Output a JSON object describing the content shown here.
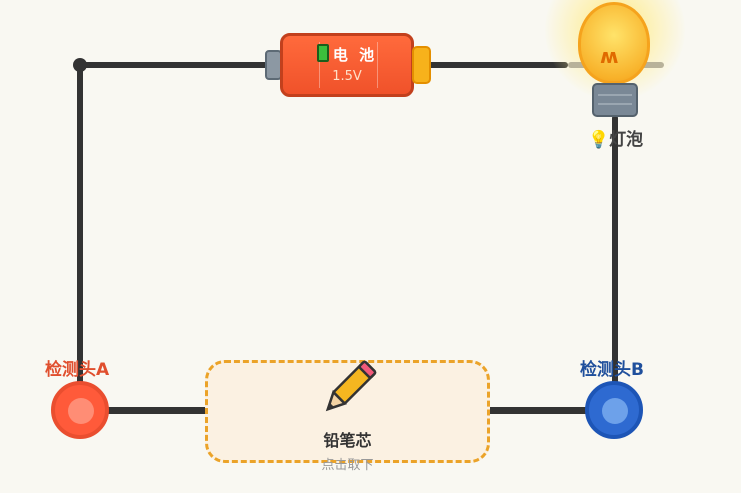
{
  "battery": {
    "icon": "battery-icon",
    "title": "电 池",
    "voltage": "1.5V"
  },
  "bulb": {
    "icon": "light-bulb-icon",
    "label": "灯泡"
  },
  "probe_a": {
    "label": "检测头A",
    "color": "#ff5a3a"
  },
  "probe_b": {
    "label": "检测头B",
    "color": "#2e6ad1"
  },
  "pencil_lead": {
    "icon": "pencil-icon",
    "title": "铅笔芯",
    "hint": "点击取下"
  },
  "colors": {
    "wire": "#333333",
    "dash": "#eba329",
    "background": "#f9f8f2"
  }
}
